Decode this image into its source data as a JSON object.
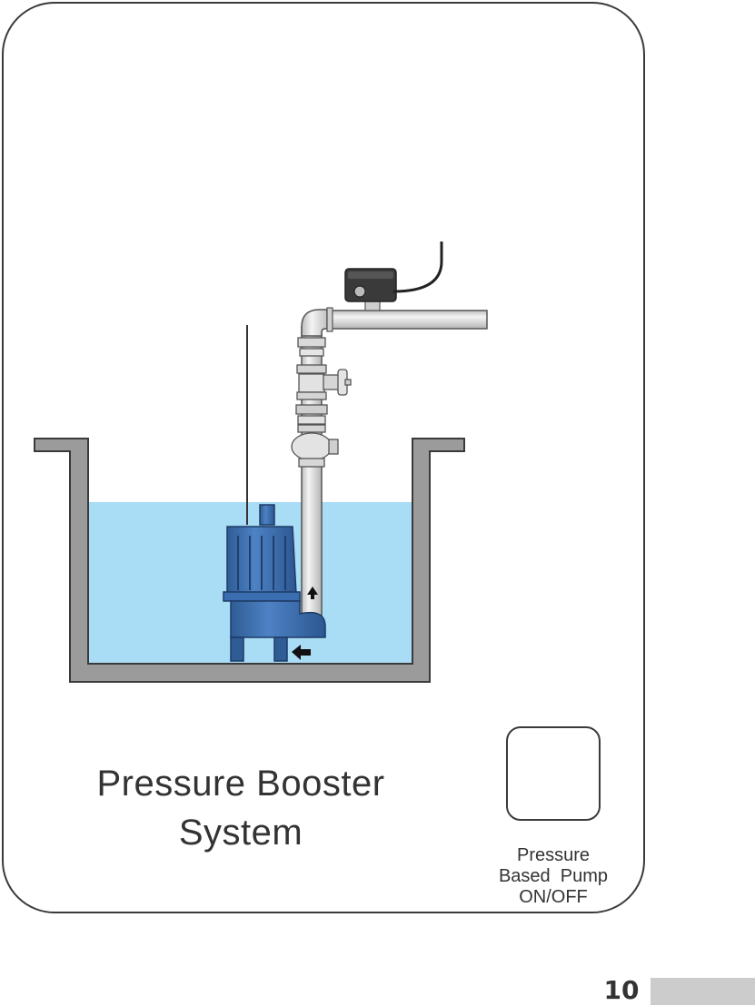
{
  "diagram": {
    "title_lines": [
      "Pressure Booster",
      "System"
    ],
    "switch_label_lines": [
      "Pressure",
      "Based  Pump",
      "ON/OFF"
    ],
    "page_number": "10"
  },
  "colors": {
    "water": "#a9dcf5",
    "tank_wall": "#9b9b9b",
    "outline": "#3a3a3a",
    "pump_blue": "#3b6eb0",
    "pipe_gray": "#dcdcdc",
    "switch_red": "#b3202a",
    "page_bar": "#cccccc"
  },
  "icons": [
    "pump-icon",
    "pressure-switch-icon",
    "valve-icon",
    "flow-arrow-icon"
  ]
}
